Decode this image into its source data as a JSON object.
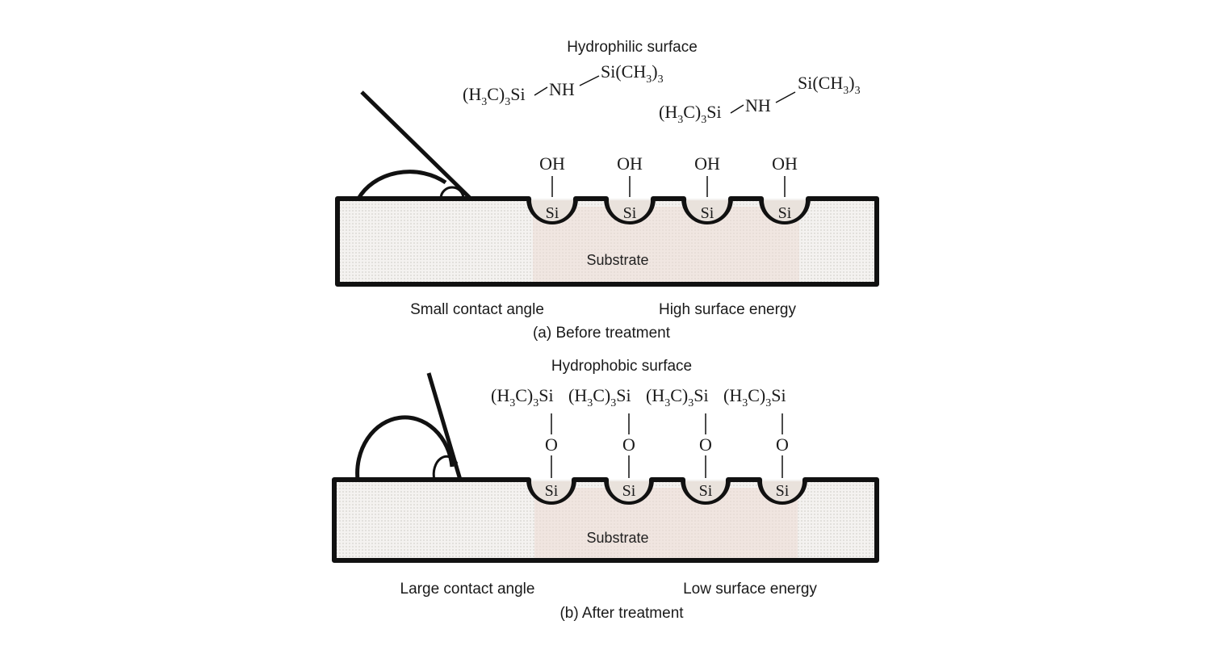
{
  "panel_a": {
    "title": "Hydrophilic surface",
    "molecule_1": {
      "left": "(H",
      "sub1": "3",
      "mid": "C)",
      "sub2": "3",
      "si": "Si",
      "nh": "NH",
      "right": "Si(CH",
      "sub3": "3",
      "close": ")",
      "sub4": "3"
    },
    "molecule_2": {
      "left": "(H",
      "sub1": "3",
      "mid": "C)",
      "sub2": "3",
      "si": "Si",
      "nh": "NH",
      "right": "Si(CH",
      "sub3": "3",
      "close": ")",
      "sub4": "3"
    },
    "group_label": "OH",
    "si_label": "Si",
    "substrate_label": "Substrate",
    "left_caption": "Small contact angle",
    "right_caption": "High surface energy",
    "caption": "(a) Before treatment"
  },
  "panel_b": {
    "title": "Hydrophobic surface",
    "group_prefix": "(H",
    "group_sub1": "3",
    "group_mid": "C)",
    "group_sub2": "3",
    "group_si": "Si",
    "oxygen_label": "O",
    "si_label": "Si",
    "substrate_label": "Substrate",
    "left_caption": "Large contact angle",
    "right_caption": "Low surface energy",
    "caption": "(b) After treatment"
  },
  "colors": {
    "outline": "#111111",
    "substrate_fill": "#f3f1ef",
    "substrate_tint": "#ecdcd6",
    "si_fill": "#e9e2dc"
  }
}
